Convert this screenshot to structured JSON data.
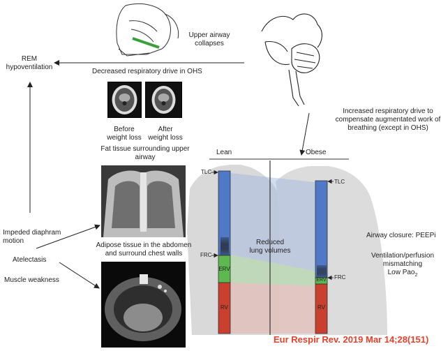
{
  "labels": {
    "upper_airway": [
      "Upper airway",
      "collapses"
    ],
    "rem_hypo": [
      "REM",
      "hypoventilation"
    ],
    "decreased_drive": "Decreased respiratory drive in OHS",
    "increased_drive": [
      "Increased respiratory drive to",
      "compensate augmentated work of",
      "breathing (except in OHS)"
    ],
    "before_weight_loss": [
      "Before",
      "weight loss"
    ],
    "after_weight_loss": [
      "After",
      "weight loss"
    ],
    "fat_tissue": [
      "Fat tissue surrounding upper",
      "airway"
    ],
    "impeded_diaphragm": [
      "Impeded diaphram",
      "motion"
    ],
    "atelectasis": "Atelectasis",
    "muscle_weakness": "Muscle weakness",
    "adipose_tissue": [
      "Adipose tissue in the abdomen",
      "and surround chest walls"
    ],
    "lean": "Lean",
    "obese": "Obese",
    "reduced_volumes": [
      "Reduced",
      "lung volumes"
    ],
    "airway_closure": "Airway closure: PEEPi",
    "vq_mismatch": [
      "Ventilation/perfusion",
      "mismatching"
    ],
    "low_pao2": "Low Pao",
    "low_pao2_sub": "2"
  },
  "bars": {
    "lean": {
      "tlc": "TLC",
      "frc": "FRC",
      "erv": "ERV",
      "rv": "RV"
    },
    "obese": {
      "tlc": "TLC",
      "frc": "FRC",
      "erv": "ERV",
      "rv": "RV"
    }
  },
  "colors": {
    "tlc_blue": "#4f79c6",
    "erv_green": "#5db94f",
    "rv_red": "#c9402f",
    "citation": "#e8402a"
  },
  "citation": "Eur Respir Rev. 2019 Mar 14;28(151)"
}
